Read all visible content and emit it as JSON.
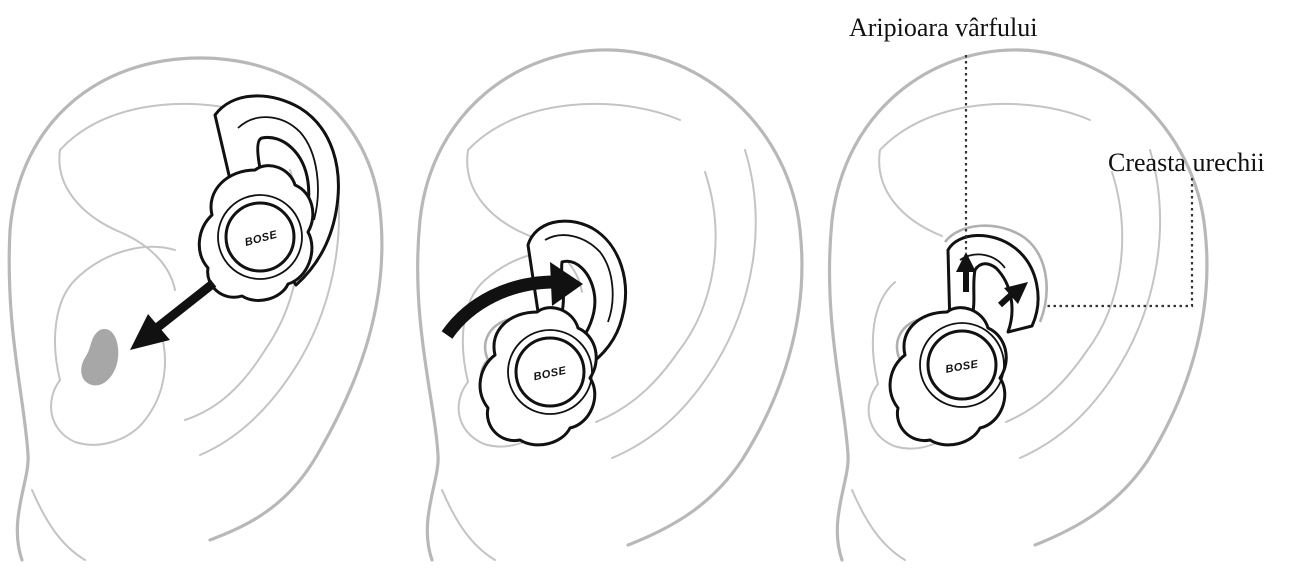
{
  "labels": {
    "tip_wing": "Aripioara vârfului",
    "ear_ridge": "Creasta urechii"
  },
  "logo": {
    "text": "BOSE"
  },
  "colors": {
    "ear_outline": "#b8b8b8",
    "ear_canal_fill": "#a7a7a7",
    "earbud_stroke": "#111111",
    "background": "#ffffff"
  },
  "icons": [
    "ear-outline-icon",
    "earbud-icon",
    "insert-arrow-icon",
    "rotate-arrow-icon",
    "press-arrow-icon"
  ]
}
